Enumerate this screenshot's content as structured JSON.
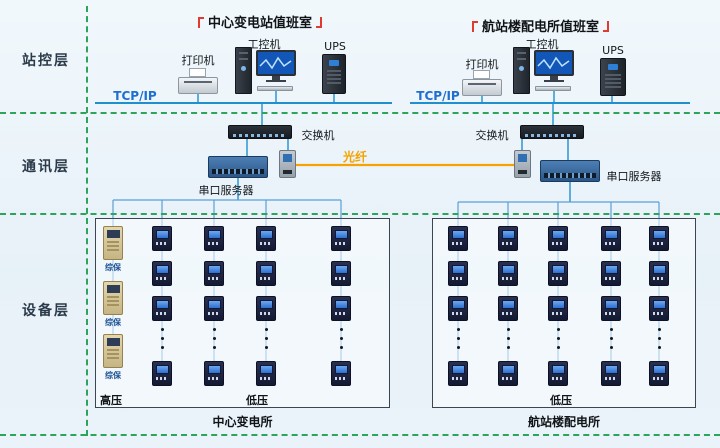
{
  "layers": {
    "station": "站控层",
    "comm": "通讯层",
    "device": "设备层"
  },
  "rooms": {
    "left": {
      "title": "中心变电站值班室",
      "printer": "打印机",
      "pc": "工控机",
      "ups": "UPS",
      "tcpip": "TCP/IP",
      "switch": "交换机",
      "serial_server": "串口服务器"
    },
    "right": {
      "title": "航站楼配电所值班室",
      "printer": "打印机",
      "pc": "工控机",
      "ups": "UPS",
      "tcpip": "TCP/IP",
      "switch": "交换机",
      "serial_server": "串口服务器"
    }
  },
  "fiber_label": "光纤",
  "panels": {
    "left": {
      "hv_label": "高压",
      "lv_label": "低压",
      "caption": "中心变电所",
      "protection_labels": [
        "综保",
        "综保",
        "综保"
      ]
    },
    "right": {
      "lv_label": "低压",
      "caption": "航站楼配电所"
    }
  },
  "colors": {
    "accent_green": "#2ca45a",
    "bus_blue": "#1f8fd0",
    "wire_blue": "#5aa0d8",
    "fiber_orange": "#f5a300",
    "tcpip_blue": "#1f6fd0"
  }
}
